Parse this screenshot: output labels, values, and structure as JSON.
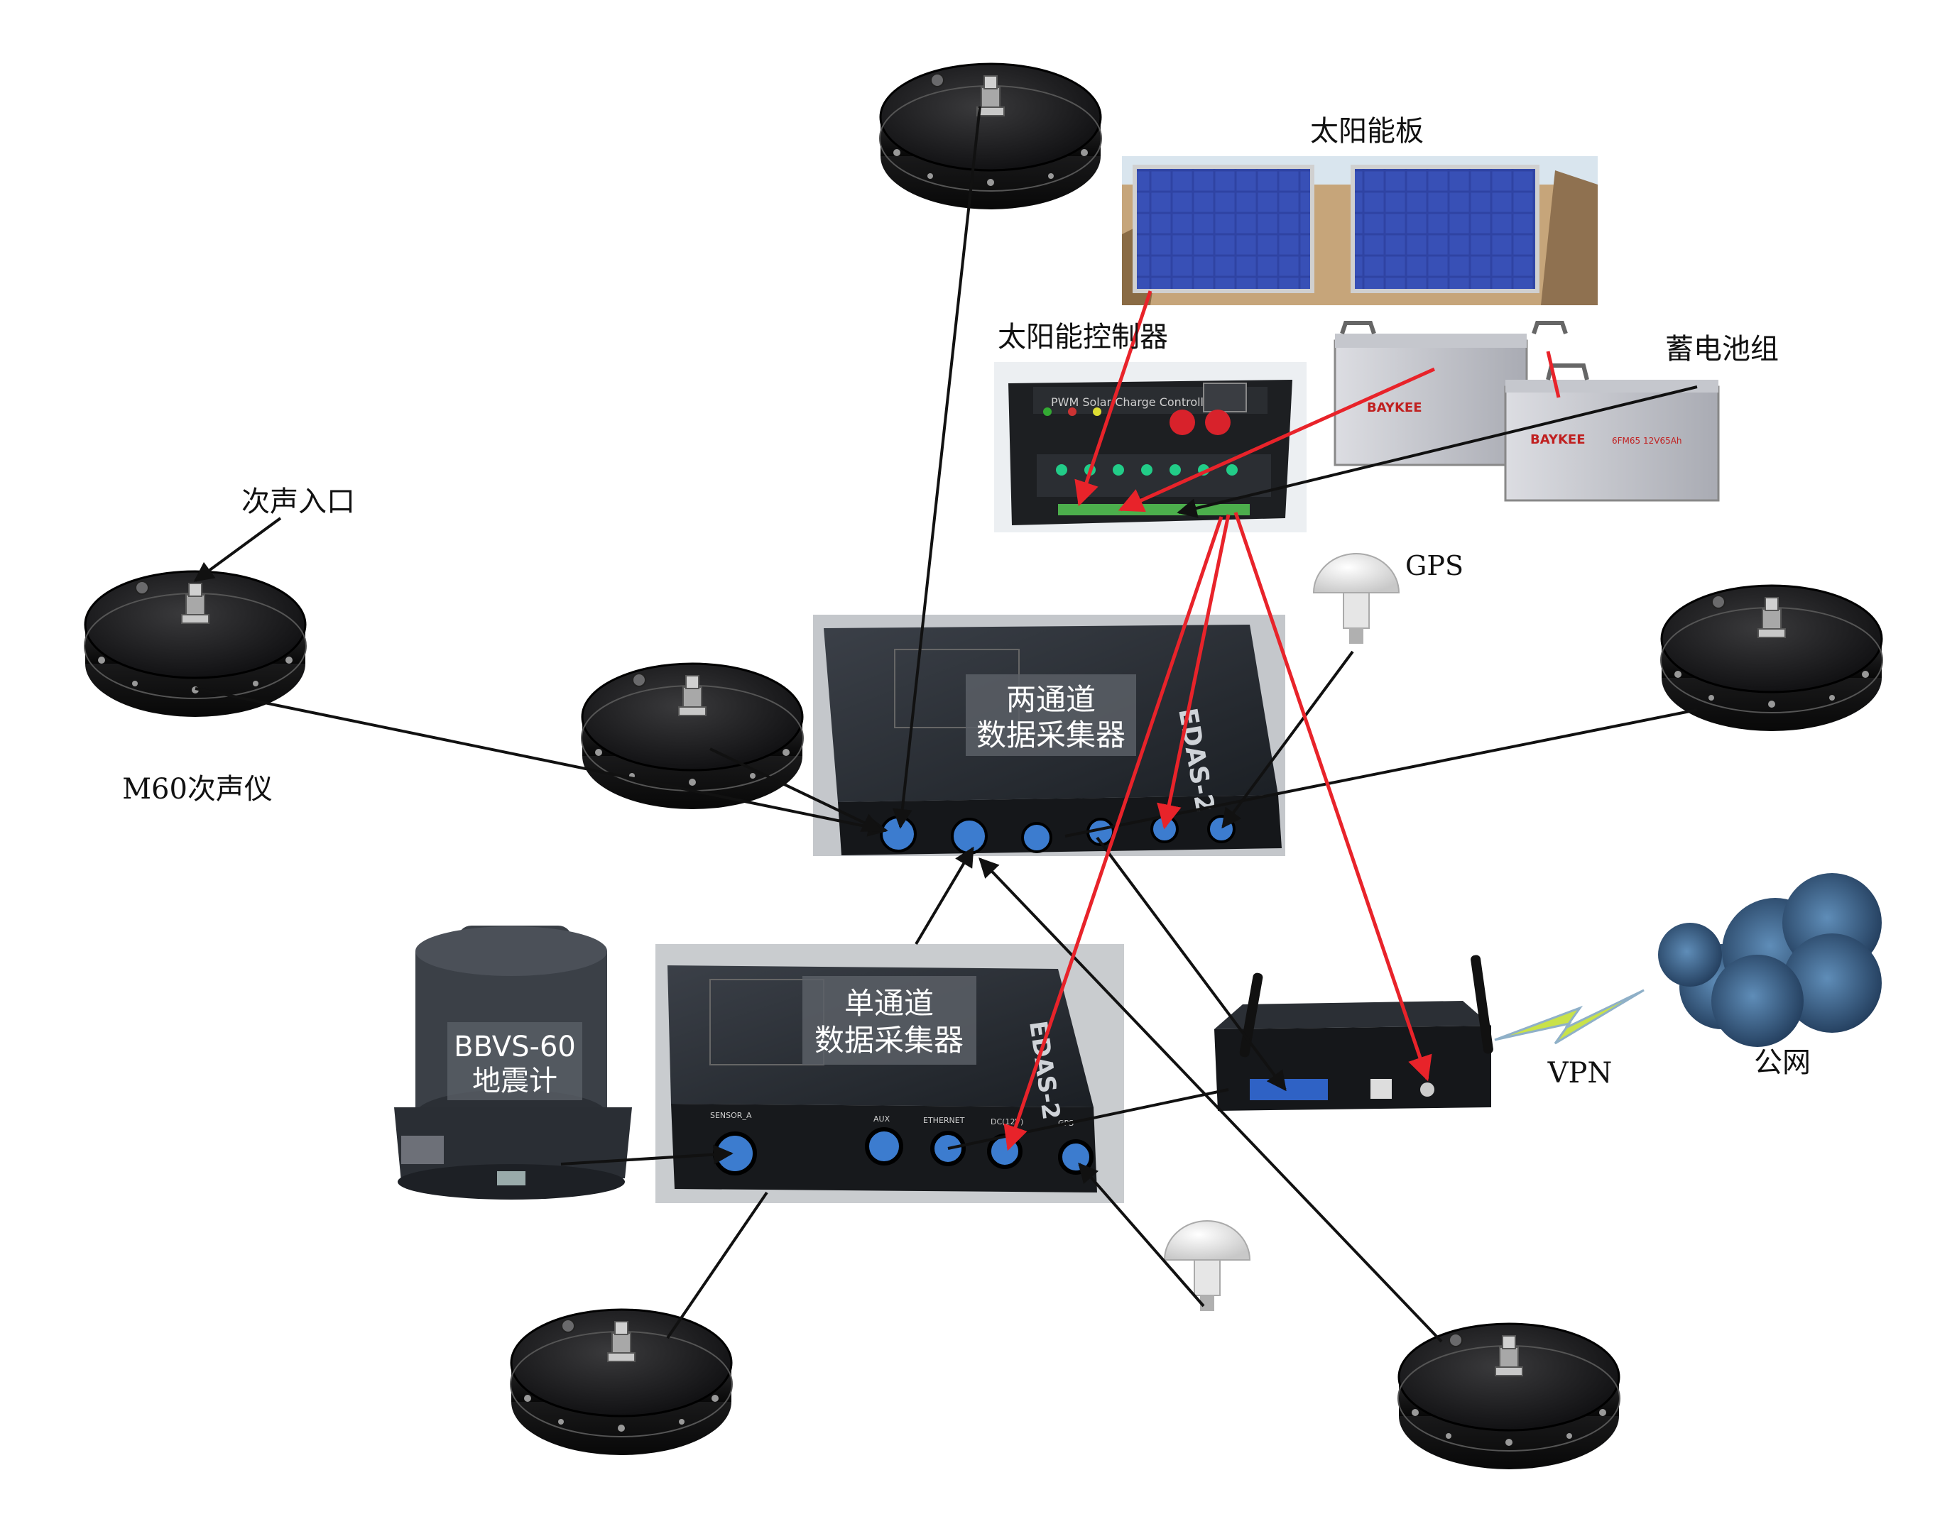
{
  "labels": {
    "solar_panel": "太阳能板",
    "solar_controller": "太阳能控制器",
    "battery_bank": "蓄电池组",
    "infrasound_inlet": "次声入口",
    "m60_infrasound": "M60次声仪",
    "gps": "GPS",
    "two_channel_line1": "两通道",
    "two_channel_line2": "数据采集器",
    "single_channel_line1": "单通道",
    "single_channel_line2": "数据采集器",
    "seismometer_line1": "BBVS-60",
    "seismometer_line2": "地震计",
    "vpn": "VPN",
    "public_network": "公网"
  },
  "device_markings": {
    "controller_caption": "PWM Solar Charge Controller",
    "battery_brand": "BAYKEE",
    "battery_model": "6FM65 12V65Ah",
    "logger_model": "EDAS-2",
    "single_ports": [
      "SENSOR_A",
      "AUX",
      "ETHERNET",
      "DC(12V)",
      "GPS"
    ]
  },
  "colors": {
    "power_line": "#e8232a",
    "signal_line": "#111111",
    "device_body": "#1c1c1e",
    "panel_blue": "#2c3f9c",
    "cloud": "#3f6f9a",
    "vpn_bolt": "#c9e24a"
  }
}
